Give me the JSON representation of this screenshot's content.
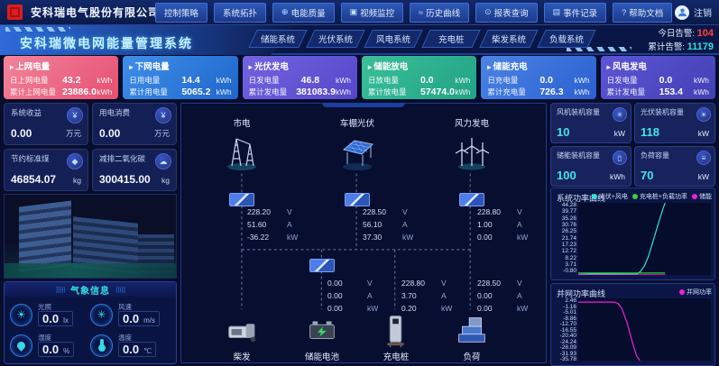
{
  "header": {
    "company": "安科瑞电气股份有限公司",
    "nav": [
      {
        "label": "控制策略",
        "icon": "none",
        "icon_glyph": ""
      },
      {
        "label": "系统拓扑",
        "icon": "none",
        "icon_glyph": ""
      },
      {
        "label": "电能质量",
        "icon": "power-quality-icon",
        "icon_glyph": "⊕"
      },
      {
        "label": "视频监控",
        "icon": "camera-icon",
        "icon_glyph": "▣"
      },
      {
        "label": "历史曲线",
        "icon": "curve-icon",
        "icon_glyph": "≈"
      },
      {
        "label": "报表查询",
        "icon": "search-icon",
        "icon_glyph": "⊙"
      },
      {
        "label": "事件记录",
        "icon": "document-icon",
        "icon_glyph": "▤"
      },
      {
        "label": "帮助文档",
        "icon": "help-icon",
        "icon_glyph": "?"
      }
    ],
    "logout": "注销"
  },
  "banner": {
    "title": "安科瑞微电网能量管理系统",
    "tabs": [
      "储能系统",
      "光伏系统",
      "风电系统",
      "充电桩",
      "柴发系统",
      "负载系统"
    ],
    "alarm_today_label": "今日告警:",
    "alarm_today_value": "104",
    "alarm_total_label": "累计告警:",
    "alarm_total_value": "11179",
    "alarm_today_color": "#ff4538",
    "alarm_total_color": "#2fe0e0"
  },
  "kpi": [
    {
      "title": "上网电量",
      "accent": "#e64f72",
      "rows": [
        {
          "label": "日上网电量",
          "value": "43.2",
          "unit": "kWh"
        },
        {
          "label": "累计上网电量",
          "value": "23886.0",
          "unit": "kWh"
        }
      ]
    },
    {
      "title": "下网电量",
      "accent": "#1f66cc",
      "rows": [
        {
          "label": "日用电量",
          "value": "14.4",
          "unit": "kWh"
        },
        {
          "label": "累计用电量",
          "value": "5065.2",
          "unit": "kWh"
        }
      ]
    },
    {
      "title": "光伏发电",
      "accent": "#5547c8",
      "rows": [
        {
          "label": "日发电量",
          "value": "46.8",
          "unit": "kWh"
        },
        {
          "label": "累计发电量",
          "value": "381083.9",
          "unit": "kWh"
        }
      ]
    },
    {
      "title": "储能放电",
      "accent": "#22a385",
      "rows": [
        {
          "label": "日放电量",
          "value": "0.0",
          "unit": "kWh"
        },
        {
          "label": "累计放电量",
          "value": "57474.0",
          "unit": "kWh"
        }
      ]
    },
    {
      "title": "储能充电",
      "accent": "#2b5fd0",
      "rows": [
        {
          "label": "日充电量",
          "value": "0.0",
          "unit": "kWh"
        },
        {
          "label": "累计充电量",
          "value": "726.3",
          "unit": "kWh"
        }
      ]
    },
    {
      "title": "风电发电",
      "accent": "#4340b4",
      "rows": [
        {
          "label": "日发电量",
          "value": "0.0",
          "unit": "kWh"
        },
        {
          "label": "累计发电量",
          "value": "153.4",
          "unit": "kWh"
        }
      ]
    }
  ],
  "stats": [
    {
      "label": "系统收益",
      "value": "0.00",
      "unit": "万元",
      "icon": "revenue-icon",
      "icon_glyph": "¥"
    },
    {
      "label": "用电消费",
      "value": "0.00",
      "unit": "万元",
      "icon": "cost-icon",
      "icon_glyph": "¥"
    },
    {
      "label": "节约标准煤",
      "value": "46854.07",
      "unit": "kg",
      "icon": "coal-icon",
      "icon_glyph": "◆"
    },
    {
      "label": "减排二氧化碳",
      "value": "300415.00",
      "unit": "kg",
      "icon": "co2-cloud-icon",
      "icon_glyph": "☁"
    }
  ],
  "weather": {
    "title": "气象信息",
    "items": [
      {
        "label": "光照",
        "value": "0.0",
        "unit": "lx",
        "icon": "sun-icon"
      },
      {
        "label": "风速",
        "value": "0.0",
        "unit": "m/s",
        "icon": "fan-icon"
      },
      {
        "label": "湿度",
        "value": "0.0",
        "unit": "%",
        "icon": "droplet-icon"
      },
      {
        "label": "温度",
        "value": "0.0",
        "unit": "℃",
        "icon": "thermometer-icon"
      }
    ],
    "sun_glyph": "☀",
    "fan_glyph": "✳"
  },
  "diagram": {
    "units": {
      "v": "V",
      "a": "A",
      "kw": "kW"
    },
    "sources": [
      {
        "label": "市电",
        "v": "228.20",
        "a": "51.60",
        "kw": "-36.22"
      },
      {
        "label": "车棚光伏",
        "v": "228.50",
        "a": "56.10",
        "kw": "37.30"
      },
      {
        "label": "风力发电",
        "v": "228.80",
        "a": "1.00",
        "kw": "0.00"
      }
    ],
    "loads": [
      {
        "label": "柴发"
      },
      {
        "label": "储能电池",
        "v": "0.00",
        "a": "0.00",
        "kw": "0.00"
      },
      {
        "label": "充电桩",
        "v": "228.80",
        "a": "3.70",
        "kw": "0.20"
      },
      {
        "label": "负荷",
        "v": "228.50",
        "a": "0.00",
        "kw": "0.00"
      }
    ]
  },
  "capacity": [
    {
      "label": "风机装机容量",
      "value": "10",
      "unit": "kW",
      "icon": "fan-icon",
      "icon_glyph": "✳"
    },
    {
      "label": "光伏装机容量",
      "value": "118",
      "unit": "kW",
      "icon": "sun-icon",
      "icon_glyph": "☀"
    },
    {
      "label": "储能装机容量",
      "value": "100",
      "unit": "kWh",
      "icon": "battery-icon",
      "icon_glyph": "▯"
    },
    {
      "label": "负荷容量",
      "value": "70",
      "unit": "kW",
      "icon": "load-icon",
      "icon_glyph": "≡"
    }
  ],
  "chart_data": [
    {
      "type": "line",
      "title": "系统功率曲线",
      "xlabel": "",
      "ylabel": "",
      "grid": false,
      "legend_position": "top-right",
      "ylim": [
        -0.8,
        44.28
      ],
      "yticks": [
        "44.28",
        "39.77",
        "35.26",
        "30.76",
        "26.25",
        "21.74",
        "17.23",
        "12.72",
        "8.22",
        "3.71",
        "-0.80"
      ],
      "series": [
        {
          "name": "光伏+风电",
          "color": "#2de5d8",
          "points": [
            [
              0,
              -0.5
            ],
            [
              0.1,
              -0.3
            ],
            [
              0.44,
              -0.4
            ],
            [
              0.47,
              1.5
            ],
            [
              0.5,
              5
            ],
            [
              0.53,
              11
            ],
            [
              0.57,
              22
            ],
            [
              0.61,
              33
            ],
            [
              0.64,
              41
            ],
            [
              0.655,
              44.2
            ]
          ]
        },
        {
          "name": "充电桩+负载功率",
          "color": "#3ad23a",
          "points": [
            [
              0,
              0.4
            ],
            [
              0.655,
              0.4
            ]
          ]
        },
        {
          "name": "储能",
          "color": "#ef23d4",
          "points": [
            [
              0,
              -0.7
            ],
            [
              0.655,
              -0.7
            ]
          ]
        }
      ]
    },
    {
      "type": "line",
      "title": "并网功率曲线",
      "xlabel": "",
      "ylabel": "",
      "grid": false,
      "legend_position": "top-right",
      "ylim": [
        -35.78,
        2.48
      ],
      "yticks": [
        "2.48",
        "-1.16",
        "-5.01",
        "-8.86",
        "-12.70",
        "-16.55",
        "-20.40",
        "-24.24",
        "-28.09",
        "-31.93",
        "-35.78"
      ],
      "series": [
        {
          "name": "并网功率",
          "color": "#ef23d4",
          "points": [
            [
              0,
              0.2
            ],
            [
              0.27,
              0.2
            ],
            [
              0.3,
              -0.6
            ],
            [
              0.33,
              -4
            ],
            [
              0.37,
              -13
            ],
            [
              0.41,
              -25
            ],
            [
              0.44,
              -33
            ],
            [
              0.465,
              -35.7
            ]
          ]
        }
      ]
    }
  ]
}
